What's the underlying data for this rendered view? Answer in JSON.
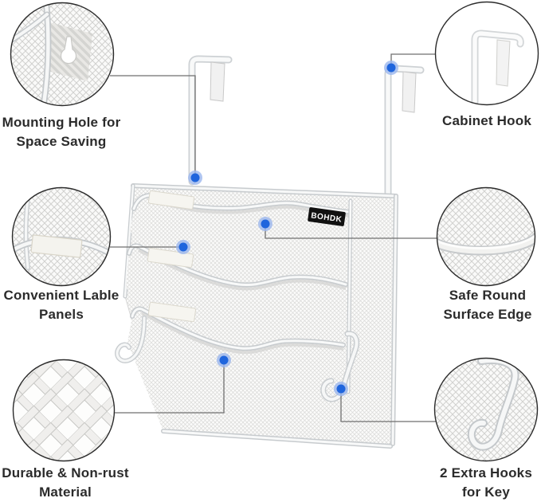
{
  "image": {
    "type": "product-feature-diagram",
    "background": "#ffffff",
    "product": "3-tier mesh over-cabinet-door hanging file organizer"
  },
  "brand_badge": {
    "text": "BOHDK",
    "bg": "#111111",
    "fg": "#ffffff"
  },
  "callouts": [
    {
      "id": "mounting-hole",
      "line1": "Mounting Hole for",
      "line2": "Space Saving"
    },
    {
      "id": "cabinet-hook",
      "line1": "Cabinet Hook",
      "line2": ""
    },
    {
      "id": "label-panels",
      "line1": "Convenient Lable",
      "line2": "Panels"
    },
    {
      "id": "round-edge",
      "line1": "Safe Round",
      "line2": "Surface Edge"
    },
    {
      "id": "material",
      "line1": "Durable & Non-rust",
      "line2": "Material"
    },
    {
      "id": "extra-hooks",
      "line1": "2 Extra Hooks",
      "line2": "for Key"
    }
  ],
  "markers": {
    "count": 6,
    "dot_color": "#1f65dd",
    "ring_color": "#9bb7ed"
  },
  "colors": {
    "text": "#2b2b2b",
    "connector_line": "#6f6f6f",
    "circle_outline": "#2b2b2b",
    "mesh": "#d9d9d9",
    "frame": "#c7cbce",
    "badge_bg": "#111111"
  }
}
